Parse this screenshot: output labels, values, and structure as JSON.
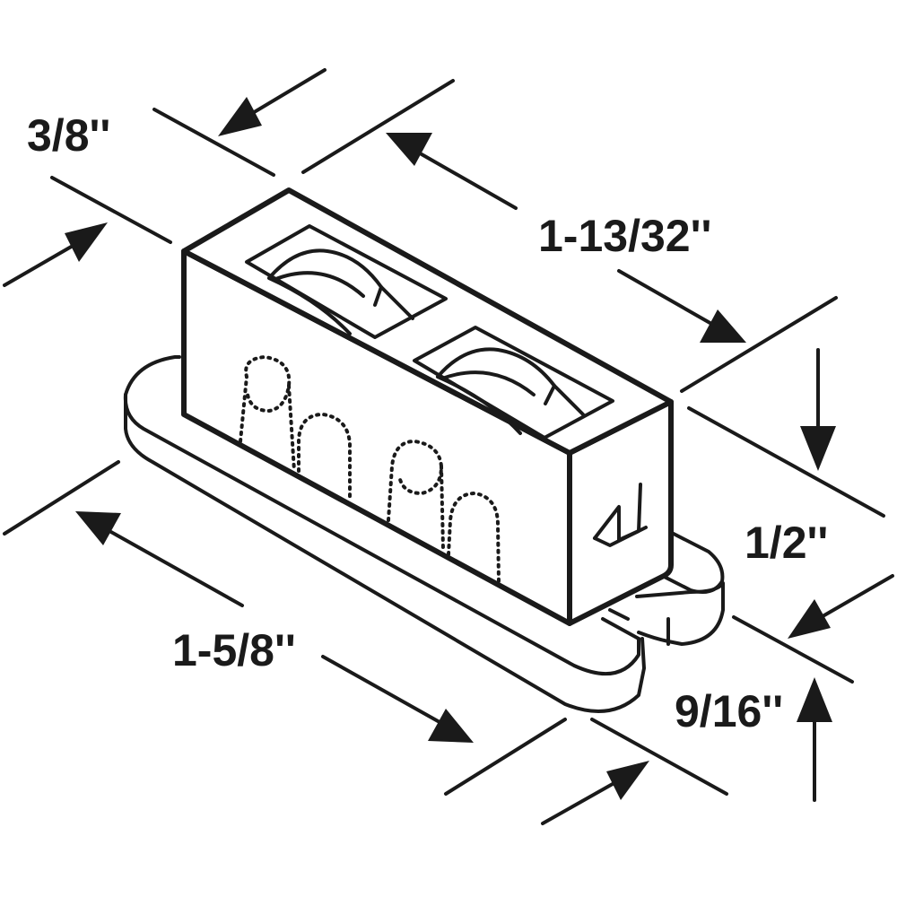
{
  "dimensions": {
    "top_width": "3/8''",
    "top_length": "1-13/32''",
    "height": "1/2''",
    "base_length": "1-5/8''",
    "base_width": "9/16''"
  },
  "colors": {
    "ink": "#1a1a1a",
    "background": "#ffffff"
  }
}
